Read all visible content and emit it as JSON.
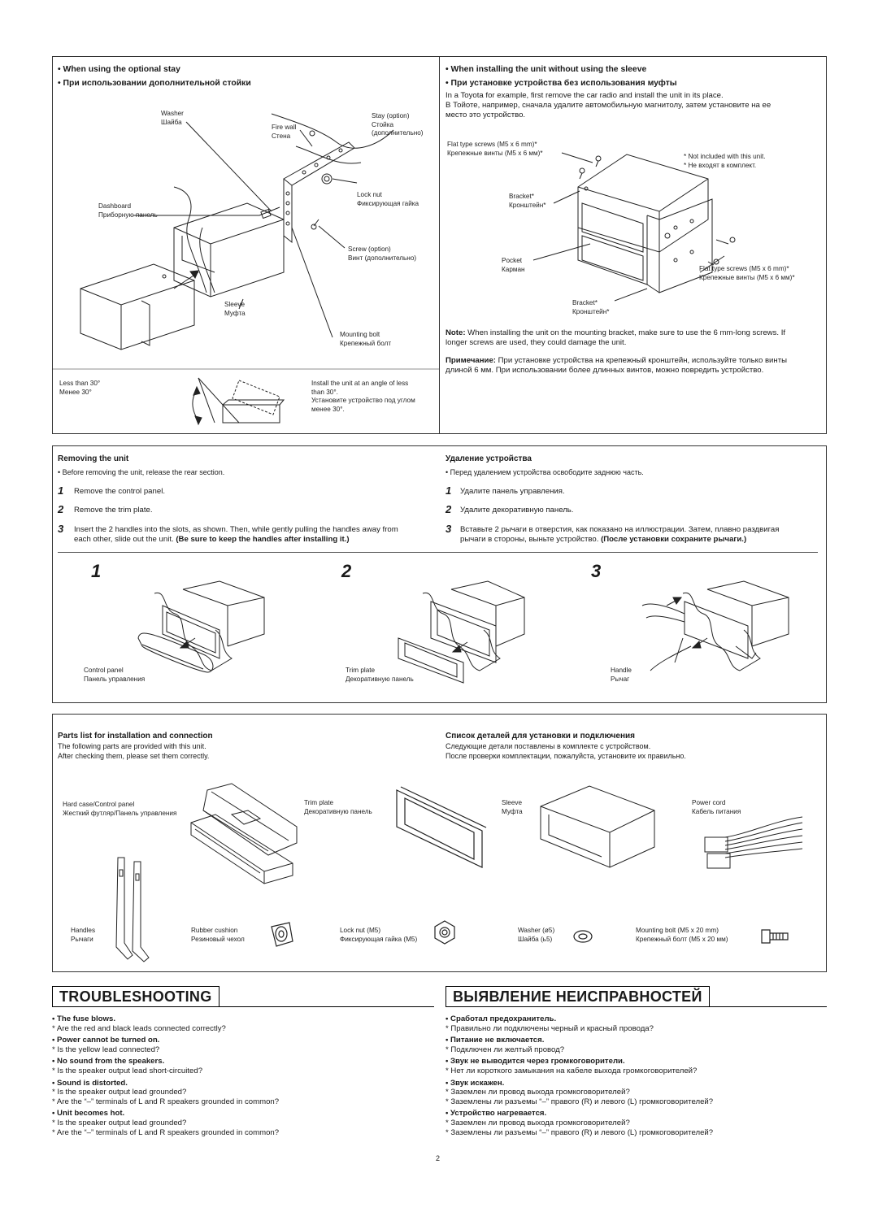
{
  "top_left": {
    "h1": "• When using the optional stay",
    "h2": "• При использовании дополнительной стойки",
    "labels": {
      "washer_en": "Washer",
      "washer_ru": "Шайба",
      "firewall_en": "Fire wall",
      "firewall_ru": "Стена",
      "stay_en": "Stay (option)",
      "stay_ru1": "Стойка",
      "stay_ru2": "(дополнительно)",
      "locknut_en": "Lock nut",
      "locknut_ru": "Фиксирующая гайка",
      "dashboard_en": "Dashboard",
      "dashboard_ru": "Приборную панель",
      "screw_en": "Screw (option)",
      "screw_ru": "Винт (дополнительно)",
      "sleeve_en": "Sleeve",
      "sleeve_ru": "Муфта",
      "bolt_en": "Mounting bolt",
      "bolt_ru": "Крепежный болт",
      "less_en": "Less than 30°",
      "less_ru": "Менее 30°",
      "install_l1": "Install the unit at an angle of less",
      "install_l2": "than 30°.",
      "install_l3": "Установите устройство под углом",
      "install_l4": "менее 30°."
    }
  },
  "top_right": {
    "h1": "• When installing the unit without using the sleeve",
    "h2": "• При установке устройства без использования муфты",
    "p_en": "In a Toyota for example, first remove the car radio and install the unit in its place.",
    "p_ru1": "В Тойоте, например, сначала удалите автомобильную магнитолу, затем установите на ее",
    "p_ru2": "место это устройство.",
    "labels": {
      "flat1_en": "Flat type screws (M5 x 6 mm)*",
      "flat1_ru": "Крепежные винты (M5 x 6 мм)*",
      "notinc_en": "* Not included with this unit.",
      "notinc_ru": "* Не входят в комплект.",
      "bracket1_en": "Bracket*",
      "bracket1_ru": "Кронштейн*",
      "pocket_en": "Pocket",
      "pocket_ru": "Карман",
      "flat2_en": "Flat type screws (M5 x 6 mm)*",
      "flat2_ru": "Крепежные винты (M5 x 6 мм)*",
      "bracket2_en": "Bracket*",
      "bracket2_ru": "Кронштейн*"
    },
    "note_label": "Note:",
    "note_l1": " When installing the unit on the mounting bracket, make sure to use the 6 mm-long screws. If",
    "note_l2": "longer screws are used, they could damage the unit.",
    "prim_label": "Примечание:",
    "prim_l1": " При установке устройства на крепежный кронштейн, используйте только винты",
    "prim_l2": "длиной 6 мм. При использовании более длинных винтов, можно повредить устройство."
  },
  "removing": {
    "title_en": "Removing the unit",
    "title_ru": "Удаление устройства",
    "pre_en": "• Before removing the unit, release the rear section.",
    "pre_ru": "• Перед удалением устройства освободите заднюю часть.",
    "steps_en": [
      "Remove the control panel.",
      "Remove the trim plate."
    ],
    "steps_ru": [
      "Удалите панель управления.",
      "Удалите декоративную панель."
    ],
    "step3_en_l1": "Insert  the 2 handles into the slots, as shown. Then, while gently pulling the handles away from",
    "step3_en_l2a": "each other, slide out the unit.  ",
    "step3_en_l2b": "(Be sure to keep the handles after installing it.)",
    "step3_ru_l1": "Вставьте 2 рычаги в отверстия, как показано на иллюстрации. Затем, плавно раздвигая",
    "step3_ru_l2a": "рычаги в стороны, выньте устройство. ",
    "step3_ru_l2b": "(После установки сохраните рычаги.)",
    "nums": [
      "1",
      "2",
      "3"
    ],
    "labels": {
      "cp_en": "Control panel",
      "cp_ru": "Панель управления",
      "tp_en": "Trim plate",
      "tp_ru": "Декоративную панель",
      "handle_en": "Handle",
      "handle_ru": "Рычаг"
    }
  },
  "parts": {
    "title_en": "Parts list for installation and connection",
    "title_ru": "Список деталей для установки и подключения",
    "p_en1": "The following parts are provided with this unit.",
    "p_en2": "After checking them, please set them correctly.",
    "p_ru1": "Следующие детали поставлены в комплекте с устройством.",
    "p_ru2": "После проверки комплектации, пожалуйста, установите их правильно.",
    "items": {
      "hc_en": "Hard case/Control panel",
      "hc_ru": "Жесткий футляр/Панель управления",
      "tp_en": "Trim plate",
      "tp_ru": "Декоративную панель",
      "sl_en": "Sleeve",
      "sl_ru": "Муфта",
      "pc_en": "Power cord",
      "pc_ru": "Кабель питания",
      "hd_en": "Handles",
      "hd_ru": "Рычаги",
      "rc_en": "Rubber cushion",
      "rc_ru": "Резиновый чехол",
      "ln_en": "Lock nut (M5)",
      "ln_ru": "Фиксирующая гайка (M5)",
      "ws_en": "Washer (ø5)",
      "ws_ru": "Шайба (ь5)",
      "mb_en": "Mounting bolt (M5 x 20 mm)",
      "mb_ru": "Крепежный болт (M5 x 20 мм)"
    }
  },
  "troubleshooting": {
    "title_en": "TROUBLESHOOTING",
    "title_ru": "ВЫЯВЛЕНИЕ НЕИСПРАВНОСТЕЙ",
    "en": [
      {
        "q": "• The fuse blows.",
        "a": [
          "*  Are the red and black leads connected correctly?"
        ]
      },
      {
        "q": "• Power cannot be turned on.",
        "a": [
          "*  Is the yellow lead connected?"
        ]
      },
      {
        "q": "• No sound from the speakers.",
        "a": [
          "*  Is the speaker output lead short-circuited?"
        ]
      },
      {
        "q": "• Sound is distorted.",
        "a": [
          "*  Is the speaker output lead grounded?",
          "*  Are the “–” terminals of L and R speakers grounded in common?"
        ]
      },
      {
        "q": "• Unit becomes hot.",
        "a": [
          "*  Is the speaker output lead grounded?",
          "*  Are the “–” terminals of L and R speakers grounded in common?"
        ]
      }
    ],
    "ru": [
      {
        "q": "• Сработал предохранитель.",
        "a": [
          "*  Правильно ли подключены черный и красный провода?"
        ]
      },
      {
        "q": "• Питание не включается.",
        "a": [
          "*  Подключен ли желтый провод?"
        ]
      },
      {
        "q": "• Звук не выводится через громкоговорители.",
        "a": [
          "*  Нет ли короткого замыкания на кабеле выхода громкоговорителей?"
        ]
      },
      {
        "q": "• Звук искажен.",
        "a": [
          "*  Заземлен ли провод выхода громкоговорителей?",
          "*  Заземлены ли разъемы “–” правого (R) и левого (L) громкоговорителей?"
        ]
      },
      {
        "q": "• Устройство нагревается.",
        "a": [
          "*  Заземлен ли провод выхода громкоговорителей?",
          "*  Заземлены ли разъемы “–” правого (R) и левого (L) громкоговорителей?"
        ]
      }
    ]
  },
  "page_number": "2"
}
